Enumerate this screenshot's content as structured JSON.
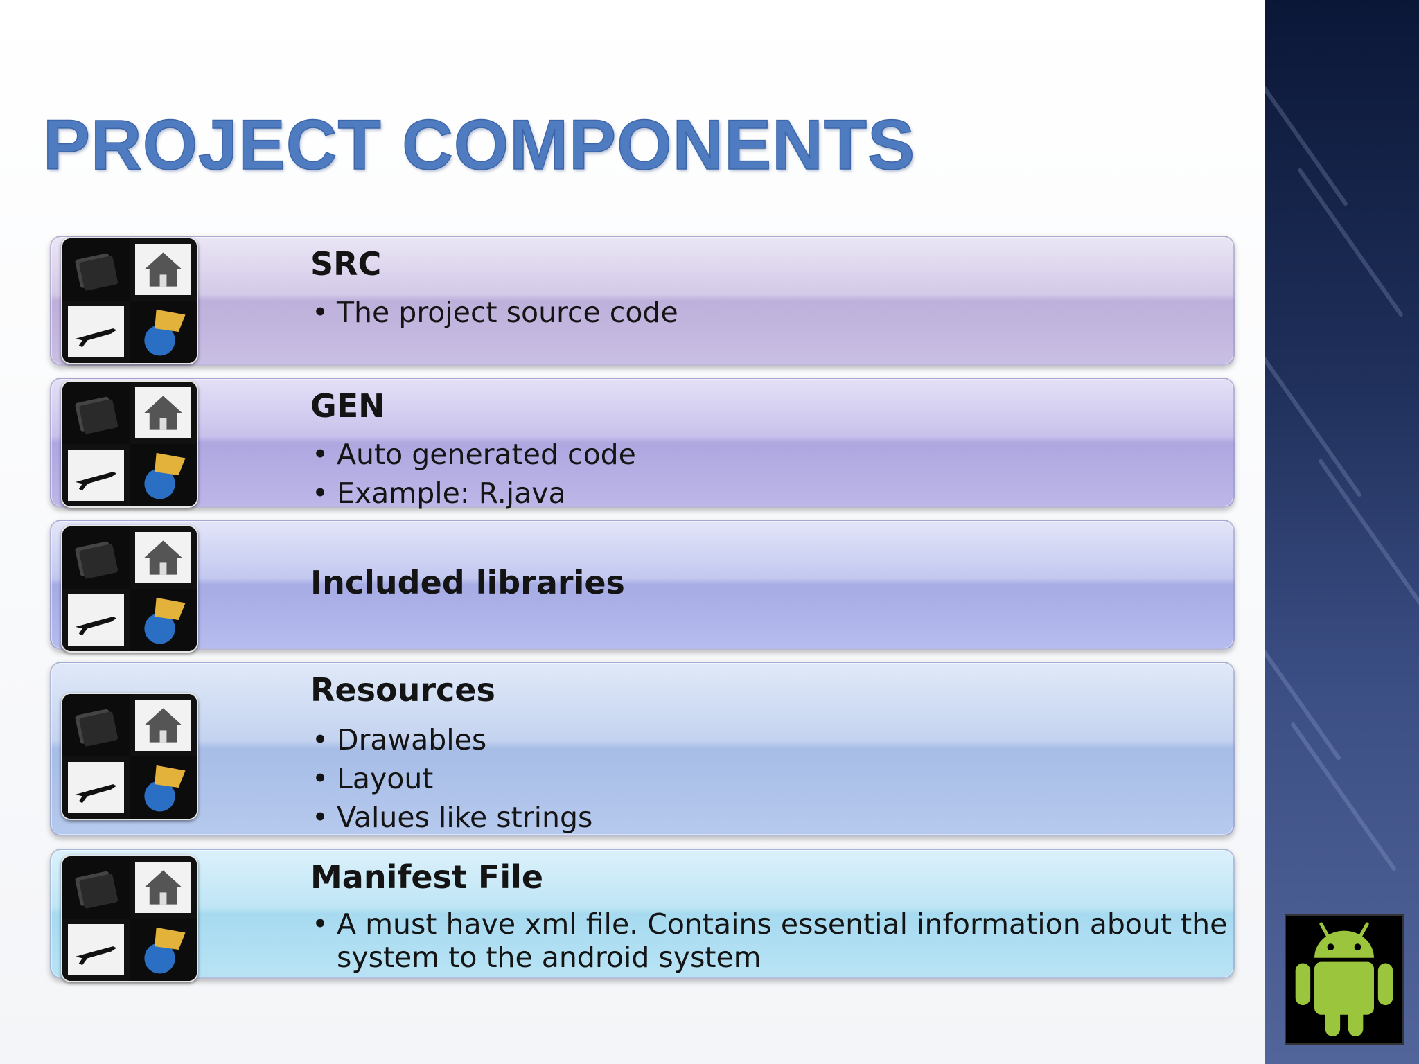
{
  "slide": {
    "title": "PROJECT COMPONENTS",
    "accent_color": "#4f7cc0",
    "side_panel_color": "#1f2f5a"
  },
  "components": [
    {
      "heading": "SRC",
      "bullets": [
        "The project source code"
      ],
      "icon": "folder-grid-icon"
    },
    {
      "heading": "GEN",
      "bullets": [
        "Auto generated code",
        "Example: R.java"
      ],
      "icon": "folder-grid-icon"
    },
    {
      "heading": "Included libraries",
      "bullets": [],
      "icon": "folder-grid-icon"
    },
    {
      "heading": "Resources",
      "bullets": [
        "Drawables",
        "Layout",
        "Values like strings"
      ],
      "icon": "folder-grid-icon"
    },
    {
      "heading": "Manifest File",
      "bullets": [
        "A must have xml file. Contains essential information about the system to the android system"
      ],
      "icon": "folder-grid-icon"
    }
  ],
  "logo": {
    "icon": "android-robot-icon",
    "color": "#9bc53d"
  }
}
